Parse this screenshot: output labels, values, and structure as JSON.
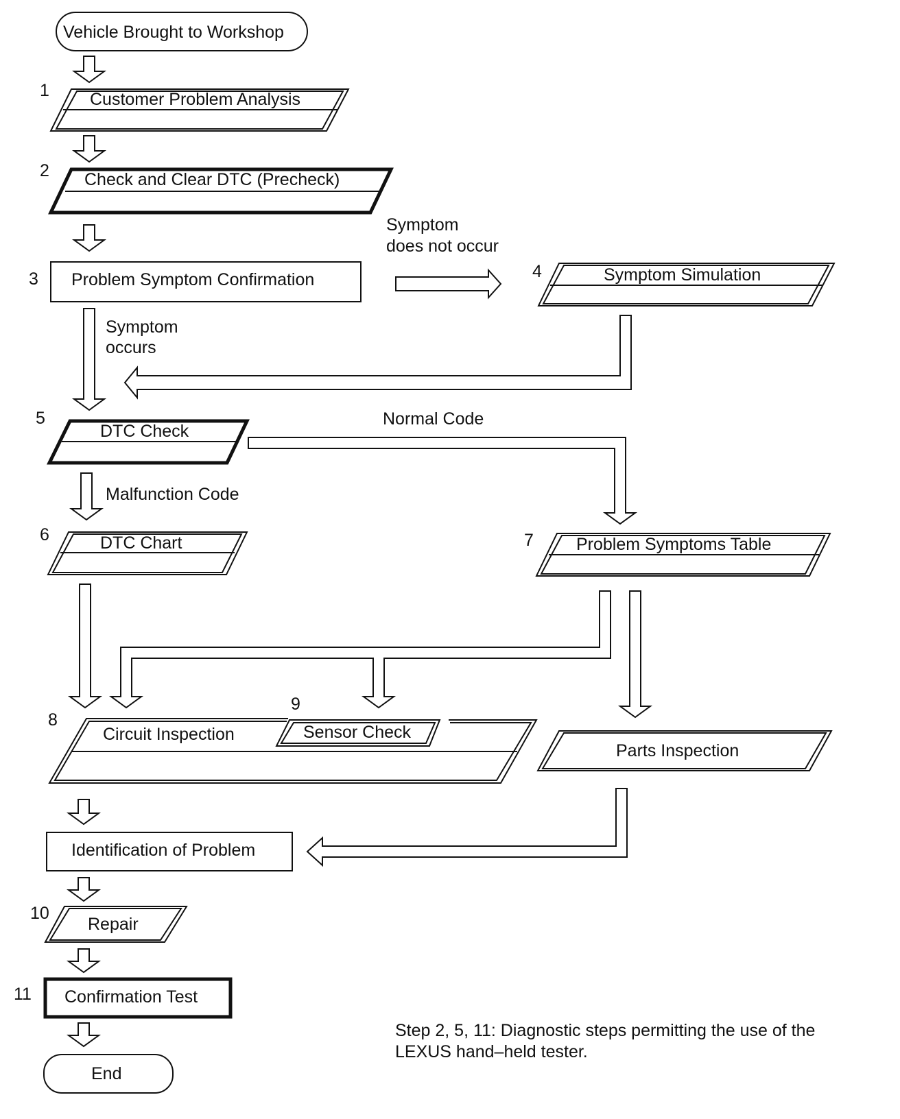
{
  "nodes": {
    "start": {
      "label": "Vehicle Brought to Workshop"
    },
    "customer_problem_analysis": {
      "number": "1",
      "label": "Customer Problem Analysis"
    },
    "check_clear_dtc": {
      "number": "2",
      "label": "Check and Clear DTC (Precheck)"
    },
    "problem_symptom_confirmation": {
      "number": "3",
      "label": "Problem Symptom Confirmation"
    },
    "symptom_simulation": {
      "number": "4",
      "label": "Symptom Simulation"
    },
    "dtc_check": {
      "number": "5",
      "label": "DTC Check"
    },
    "dtc_chart": {
      "number": "6",
      "label": "DTC Chart"
    },
    "problem_symptoms_table": {
      "number": "7",
      "label": "Problem Symptoms Table"
    },
    "circuit_inspection": {
      "number": "8",
      "label": "Circuit Inspection"
    },
    "sensor_check": {
      "number": "9",
      "label": "Sensor Check"
    },
    "parts_inspection": {
      "label": "Parts Inspection"
    },
    "identification_of_problem": {
      "label": "Identification of Problem"
    },
    "repair": {
      "number": "10",
      "label": "Repair"
    },
    "confirmation_test": {
      "number": "11",
      "label": "Confirmation Test"
    },
    "end": {
      "label": "End"
    }
  },
  "edge_labels": {
    "symptom_does_not_occur": [
      "Symptom",
      "does not occur"
    ],
    "symptom_occurs": [
      "Symptom",
      "occurs"
    ],
    "normal_code": "Normal Code",
    "malfunction_code": "Malfunction Code"
  },
  "note": [
    "Step 2, 5, 11: Diagnostic steps permitting the use of the",
    "LEXUS hand–held tester."
  ]
}
